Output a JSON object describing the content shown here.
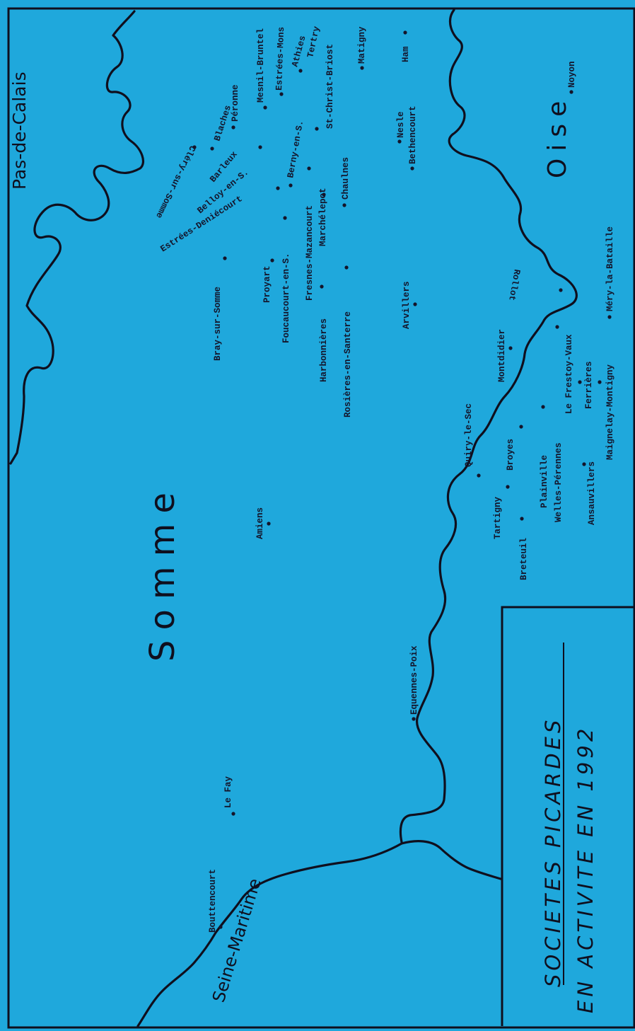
{
  "map": {
    "title_line1": "SOCIETES PICARDES",
    "title_line2": "EN ACTIVITE EN 1992",
    "departments": {
      "somme": "Somme",
      "pas_de_calais": "Pas-de-Calais",
      "oise": "Oise",
      "seine_maritime": "Seine-Maritime"
    },
    "towns": [
      "Cléry-sur-Somme",
      "Péronne",
      "Blaches",
      "Mesnil-Bruntel",
      "Estrées-Mons",
      "Athies",
      "Tertry",
      "St-Christ-Briost",
      "Matigny",
      "Ham",
      "Barleux",
      "Belloy-en-S.",
      "Estrées-Deniécourt",
      "Berny-en-S.",
      "Nesle",
      "Bethencourt",
      "Chaulnes",
      "Marchélepot",
      "Fresnes-Mazancourt",
      "Foucaucourt-en-S.",
      "Proyart",
      "Bray-sur-Somme",
      "Harbonnières",
      "Rosières-en-Santerre",
      "Arvillers",
      "Noyon",
      "Rollot",
      "Méry-la-Bataille",
      "Le Frestoy-Vaux",
      "Montdidier",
      "Ferrières",
      "Maignelay-Montigny",
      "Quiry-le-Sec",
      "Broyes",
      "Plainville",
      "Welles-Pérennes",
      "Tartigny",
      "Ansauvillers",
      "Breteuil",
      "Amiens",
      "Equennes-Poix",
      "Le Fay",
      "Bouttencourt"
    ]
  }
}
